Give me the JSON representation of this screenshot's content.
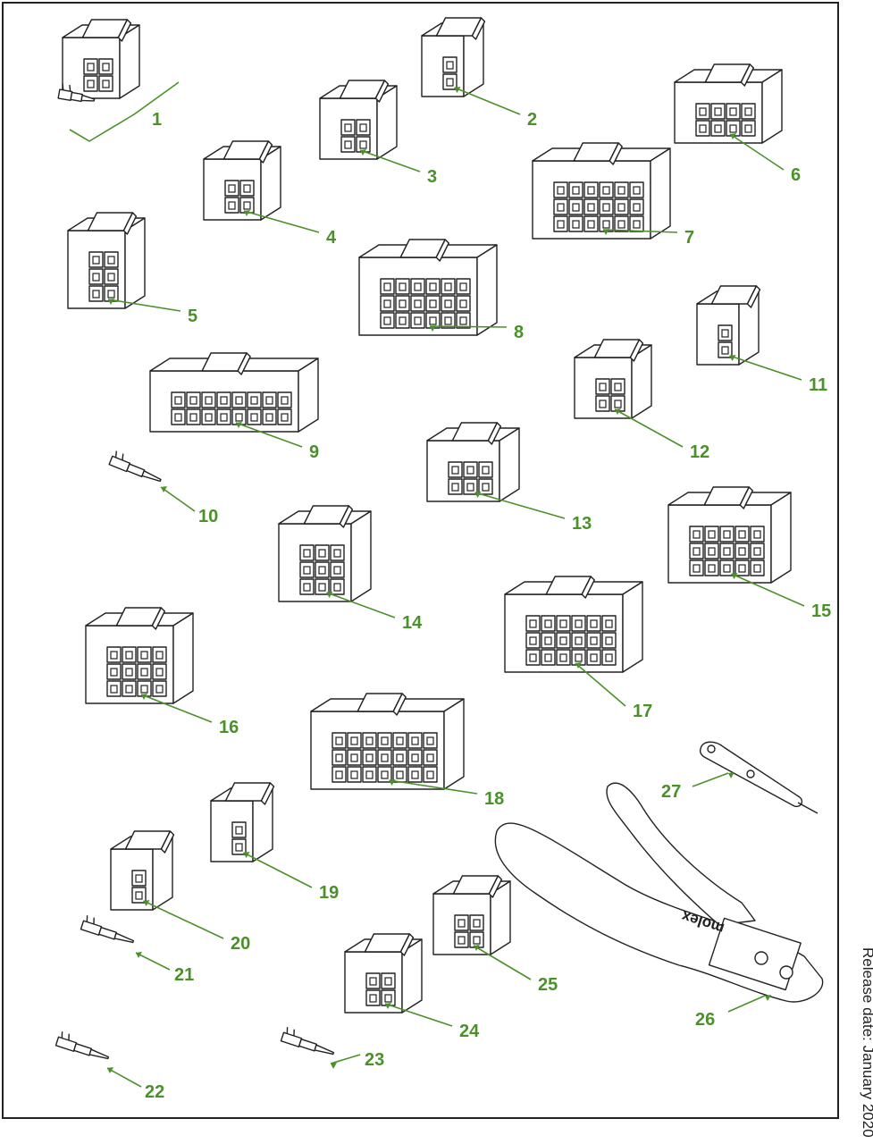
{
  "colors": {
    "callout": "#4a9129",
    "line": "#222222",
    "fill": "#ffffff"
  },
  "release_text": "Release date: January 2020",
  "brand": "molex",
  "parts": [
    {
      "label": "1",
      "kind": "connector"
    },
    {
      "label": "2",
      "kind": "connector"
    },
    {
      "label": "3",
      "kind": "connector"
    },
    {
      "label": "4",
      "kind": "connector"
    },
    {
      "label": "5",
      "kind": "connector"
    },
    {
      "label": "6",
      "kind": "connector"
    },
    {
      "label": "7",
      "kind": "connector"
    },
    {
      "label": "8",
      "kind": "connector"
    },
    {
      "label": "9",
      "kind": "connector"
    },
    {
      "label": "10",
      "kind": "terminal"
    },
    {
      "label": "11",
      "kind": "connector"
    },
    {
      "label": "12",
      "kind": "connector"
    },
    {
      "label": "13",
      "kind": "connector"
    },
    {
      "label": "14",
      "kind": "connector"
    },
    {
      "label": "15",
      "kind": "connector"
    },
    {
      "label": "16",
      "kind": "connector"
    },
    {
      "label": "17",
      "kind": "connector"
    },
    {
      "label": "18",
      "kind": "connector"
    },
    {
      "label": "19",
      "kind": "connector"
    },
    {
      "label": "20",
      "kind": "connector"
    },
    {
      "label": "21",
      "kind": "terminal"
    },
    {
      "label": "22",
      "kind": "terminal"
    },
    {
      "label": "23",
      "kind": "terminal"
    },
    {
      "label": "24",
      "kind": "connector"
    },
    {
      "label": "25",
      "kind": "connector"
    },
    {
      "label": "26",
      "kind": "crimp-tool"
    },
    {
      "label": "27",
      "kind": "extraction-tool"
    }
  ]
}
